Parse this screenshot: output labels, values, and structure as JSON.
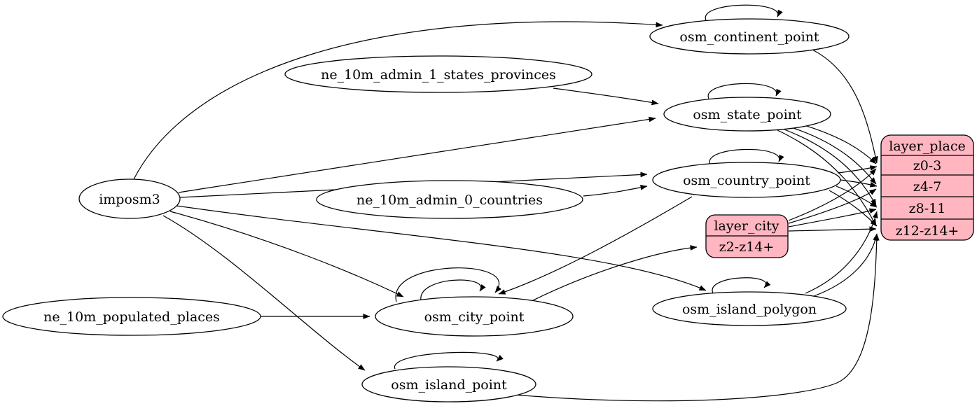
{
  "diagram": {
    "type": "etl-graph",
    "colors": {
      "record_fill": "#ffb6c1",
      "ellipse_fill": "#ffffff",
      "stroke": "#000000"
    }
  },
  "nodes": {
    "imposm3": {
      "label": "imposm3",
      "shape": "ellipse"
    },
    "ne_10m_admin_1_states_provinces": {
      "label": "ne_10m_admin_1_states_provinces",
      "shape": "ellipse"
    },
    "ne_10m_admin_0_countries": {
      "label": "ne_10m_admin_0_countries",
      "shape": "ellipse"
    },
    "ne_10m_populated_places": {
      "label": "ne_10m_populated_places",
      "shape": "ellipse"
    },
    "osm_continent_point": {
      "label": "osm_continent_point",
      "shape": "ellipse"
    },
    "osm_state_point": {
      "label": "osm_state_point",
      "shape": "ellipse"
    },
    "osm_country_point": {
      "label": "osm_country_point",
      "shape": "ellipse"
    },
    "osm_city_point": {
      "label": "osm_city_point",
      "shape": "ellipse"
    },
    "osm_island_polygon": {
      "label": "osm_island_polygon",
      "shape": "ellipse"
    },
    "osm_island_point": {
      "label": "osm_island_point",
      "shape": "ellipse"
    },
    "layer_city": {
      "title": "layer_city",
      "rows": [
        "z2-z14+"
      ]
    },
    "layer_place": {
      "title": "layer_place",
      "rows": [
        "z0-3",
        "z4-7",
        "z8-11",
        "z12-z14+"
      ]
    }
  },
  "edges": [
    {
      "from": "imposm3",
      "to": "osm_continent_point"
    },
    {
      "from": "imposm3",
      "to": "osm_state_point"
    },
    {
      "from": "imposm3",
      "to": "osm_country_point"
    },
    {
      "from": "imposm3",
      "to": "osm_city_point"
    },
    {
      "from": "imposm3",
      "to": "osm_island_polygon"
    },
    {
      "from": "imposm3",
      "to": "osm_island_point"
    },
    {
      "from": "ne_10m_admin_1_states_provinces",
      "to": "osm_state_point"
    },
    {
      "from": "ne_10m_admin_0_countries",
      "to": "osm_country_point"
    },
    {
      "from": "ne_10m_populated_places",
      "to": "osm_city_point"
    },
    {
      "from": "osm_continent_point",
      "to": "osm_continent_point",
      "type": "self-loop"
    },
    {
      "from": "osm_state_point",
      "to": "osm_state_point",
      "type": "self-loop"
    },
    {
      "from": "osm_country_point",
      "to": "osm_country_point",
      "type": "self-loop"
    },
    {
      "from": "osm_city_point",
      "to": "osm_city_point",
      "type": "self-loop"
    },
    {
      "from": "osm_city_point",
      "to": "osm_city_point",
      "type": "self-loop"
    },
    {
      "from": "osm_island_polygon",
      "to": "osm_island_polygon",
      "type": "self-loop"
    },
    {
      "from": "osm_island_point",
      "to": "osm_island_point",
      "type": "self-loop"
    },
    {
      "from": "osm_country_point",
      "to": "osm_city_point"
    },
    {
      "from": "osm_city_point",
      "to": "layer_city",
      "to_port": "z2-z14+"
    },
    {
      "from": "osm_continent_point",
      "to": "layer_place",
      "to_port": "z0-3"
    },
    {
      "from": "osm_state_point",
      "to": "layer_place",
      "to_port": "z0-3"
    },
    {
      "from": "osm_state_point",
      "to": "layer_place",
      "to_port": "z4-7"
    },
    {
      "from": "osm_state_point",
      "to": "layer_place",
      "to_port": "z8-11"
    },
    {
      "from": "osm_state_point",
      "to": "layer_place",
      "to_port": "z12-z14+"
    },
    {
      "from": "osm_country_point",
      "to": "layer_place",
      "to_port": "z0-3"
    },
    {
      "from": "osm_country_point",
      "to": "layer_place",
      "to_port": "z4-7"
    },
    {
      "from": "osm_country_point",
      "to": "layer_place",
      "to_port": "z8-11"
    },
    {
      "from": "osm_country_point",
      "to": "layer_place",
      "to_port": "z12-z14+"
    },
    {
      "from": "layer_city",
      "to": "layer_place",
      "to_port": "z0-3"
    },
    {
      "from": "layer_city",
      "to": "layer_place",
      "to_port": "z4-7"
    },
    {
      "from": "layer_city",
      "to": "layer_place",
      "to_port": "z8-11"
    },
    {
      "from": "layer_city",
      "to": "layer_place",
      "to_port": "z12-z14+"
    },
    {
      "from": "osm_island_polygon",
      "to": "layer_place",
      "to_port": "z8-11"
    },
    {
      "from": "osm_island_polygon",
      "to": "layer_place",
      "to_port": "z12-z14+"
    },
    {
      "from": "osm_island_point",
      "to": "layer_place",
      "to_port": "z12-z14+"
    }
  ]
}
